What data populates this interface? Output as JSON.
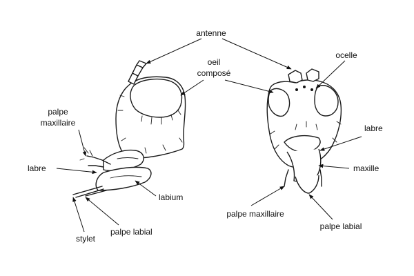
{
  "labels": {
    "antenne": "antenne",
    "oeil_line1": "oeil",
    "oeil_line2": "composé",
    "ocelle": "ocelle",
    "palpe_max_left_line1": "palpe",
    "palpe_max_left_line2": "maxillaire",
    "labre_left": "labre",
    "labre_right": "labre",
    "labium": "labium",
    "stylet": "stylet",
    "palpe_labial_left": "palpe labial",
    "palpe_maxillaire_right": "palpe maxillaire",
    "maxille": "maxille",
    "palpe_labial_right": "palpe labial"
  }
}
